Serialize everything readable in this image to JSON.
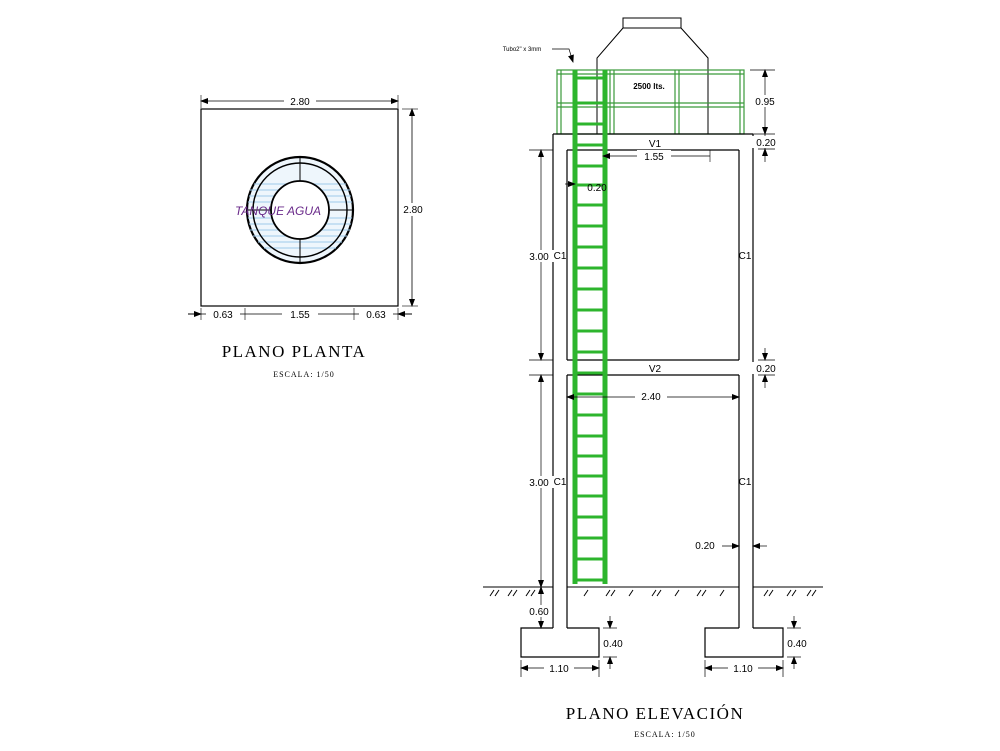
{
  "plan": {
    "title": "PLANO PLANTA",
    "scale": "ESCALA: 1/50",
    "dim_top": "2.80",
    "dim_right": "2.80",
    "dim_left_off": "0.63",
    "dim_mid": "1.55",
    "dim_right_off": "0.63",
    "tank_label": "TANQUE AGUA"
  },
  "elevation": {
    "title": "PLANO ELEVACIÓN",
    "scale": "ESCALA: 1/50",
    "pipe_note": "Tubo2\" x 3mm",
    "tank_capacity": "2500 lts.",
    "h_railing": "0.95",
    "h_slab": "0.20",
    "beam_top": "V1",
    "beam_mid": "V2",
    "tank_width": "1.55",
    "ladder_gap": "0.20",
    "h_upper": "3.00",
    "h_lower": "3.00",
    "col_label": "C1",
    "h_beam": "0.20",
    "span": "2.40",
    "col_width": "0.20",
    "depth": "0.60",
    "footing_h": "0.40",
    "footing_w": "1.10"
  },
  "colors": {
    "line": "#000000",
    "ladder": "#2db52d",
    "railing": "#3a9a3a",
    "tank_text": "#6a2a8a",
    "water_hatch": "#9ec9ea"
  }
}
